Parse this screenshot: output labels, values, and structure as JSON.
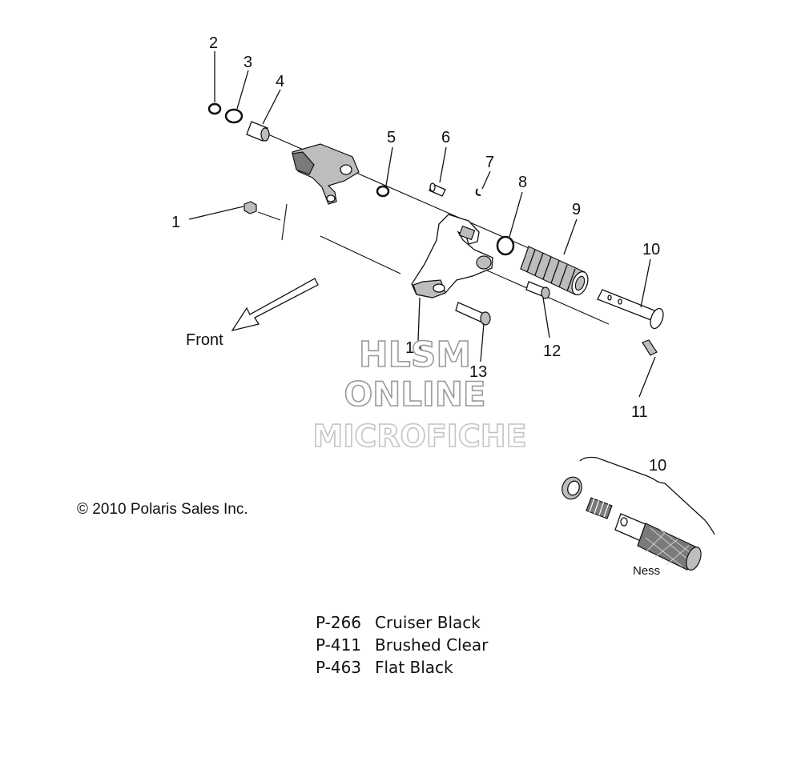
{
  "callouts": [
    "1",
    "2",
    "3",
    "4",
    "5",
    "6",
    "7",
    "8",
    "9",
    "10",
    "11",
    "12",
    "13",
    "14"
  ],
  "kit_callout": "10",
  "direction_label": "Front",
  "copyright": "© 2010 Polaris Sales Inc.",
  "kit_label": "Ness",
  "watermark": {
    "line1": "HLSM",
    "line2": "ONLINE",
    "line3": "MICROFICHE"
  },
  "finishes": [
    {
      "code": "P-266",
      "name": "Cruiser Black"
    },
    {
      "code": "P-411",
      "name": "Brushed Clear"
    },
    {
      "code": "P-463",
      "name": "Flat Black"
    }
  ]
}
